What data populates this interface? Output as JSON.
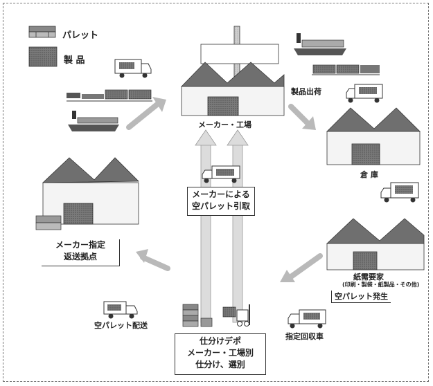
{
  "legend": {
    "pallet_label": "パレット",
    "product_label": "製 品"
  },
  "nodes": {
    "factory": "メーカー・工場",
    "warehouse": "倉 庫",
    "paper_demand_title": "紙需要家",
    "paper_demand_sub": "(印刷・製袋・紙製品・その他)",
    "empty_pallet_generation": "空パレット発生",
    "collection_truck": "指定回収車",
    "sorting_depot_line1": "仕分けデポ",
    "sorting_depot_line2": "メーカー・工場別",
    "sorting_depot_line3": "仕分け、選別",
    "empty_pallet_delivery": "空パレット配送",
    "maker_return_line1": "メーカー指定",
    "maker_return_line2": "返送拠点",
    "product_shipping": "製品出荷",
    "maker_pickup_line1": "メーカーによる",
    "maker_pickup_line2": "空パレット引取"
  },
  "colors": {
    "roof": "#6f6f6f",
    "wall": "#f4f4f4",
    "door": "#505050",
    "arrow": "#b9b9b9",
    "outline": "#333333"
  }
}
